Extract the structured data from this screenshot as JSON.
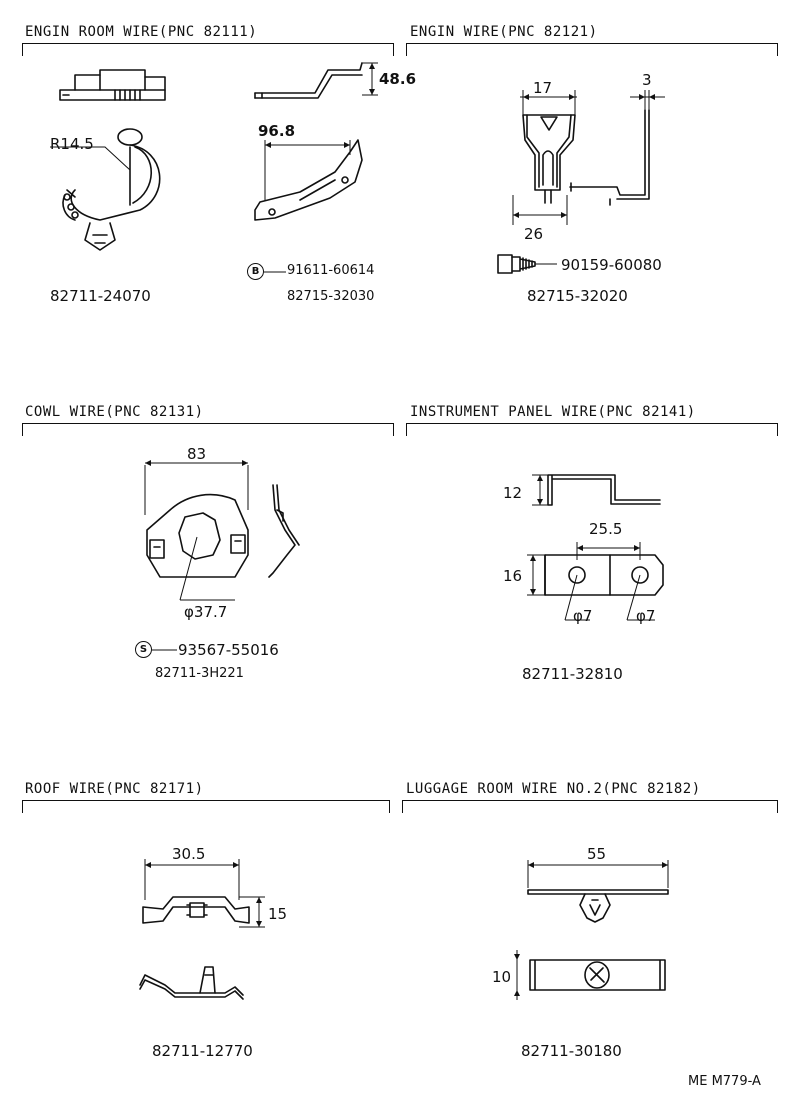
{
  "sections": [
    {
      "title": "ENGIN ROOM WIRE(PNC 82111)"
    },
    {
      "title": "ENGIN WIRE(PNC 82121)"
    },
    {
      "title": "COWL WIRE(PNC 82131)"
    },
    {
      "title": "INSTRUMENT PANEL WIRE(PNC 82141)"
    },
    {
      "title": "ROOF WIRE(PNC 82171)"
    },
    {
      "title": "LUGGAGE ROOM WIRE NO.2(PNC 82182)"
    }
  ],
  "parts": {
    "clamp_a": {
      "number": "82711-24070",
      "radius": "R14.5"
    },
    "bracket_b": {
      "number": "82715-32030",
      "height": "48.6",
      "length": "96.8",
      "bolt_letter": "B",
      "bolt_number": "91611-60614"
    },
    "bracket_c": {
      "number": "82715-32020",
      "width_top": "17",
      "thickness": "3",
      "width_bottom": "26",
      "screw_number": "90159-60080"
    },
    "cowl_clamp": {
      "number": "82711-3H221",
      "width": "83",
      "hole": "φ37.7",
      "screw_letter": "S",
      "screw_number": "93567-55016"
    },
    "ip_clamp": {
      "number": "82711-32810",
      "height": "12",
      "pitch": "25.5",
      "width": "16",
      "hole_left": "φ7",
      "hole_right": "φ7"
    },
    "roof_clamp": {
      "number": "82711-12770",
      "length": "30.5",
      "width": "15"
    },
    "luggage_clamp": {
      "number": "82711-30180",
      "length": "55",
      "width": "10"
    }
  },
  "footer": {
    "code": "ME M779-A"
  }
}
